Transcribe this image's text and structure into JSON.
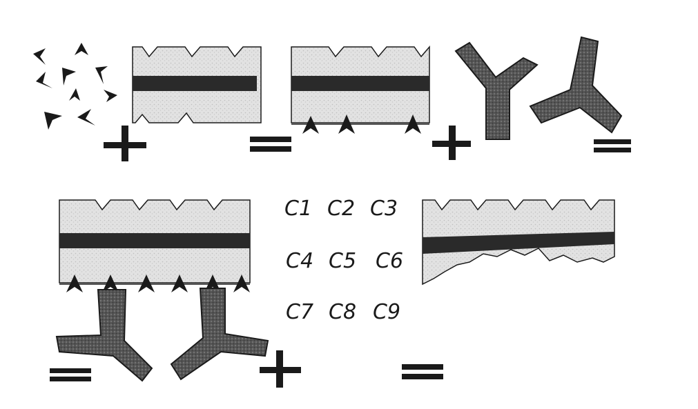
{
  "labels": {
    "c1": "C1",
    "c2": "C2",
    "c3": "C3",
    "c4": "C4",
    "c5": "C5",
    "c6": "C6",
    "c7": "C7",
    "c8": "C8",
    "c9": "C9"
  },
  "colors": {
    "ink": "#1a1a1a",
    "antibody_fill": "#5a5a5a",
    "membrane_fill": "#d8d8d8",
    "core_band": "#2a2a2a"
  }
}
